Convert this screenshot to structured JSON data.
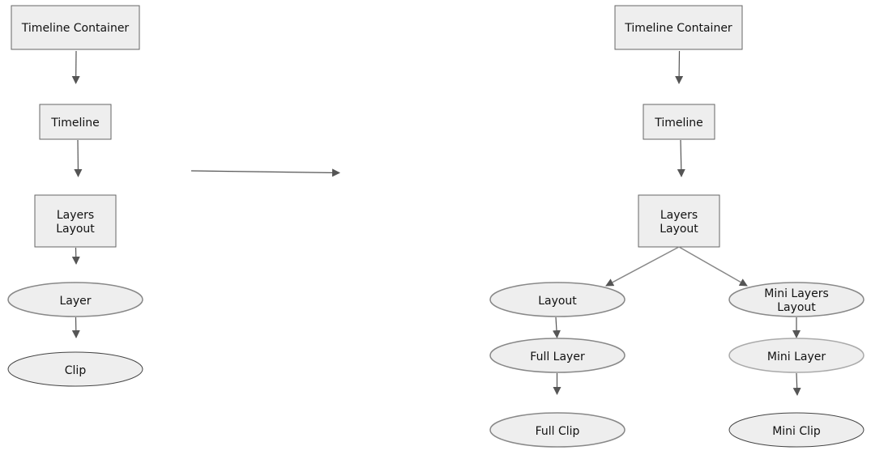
{
  "colors": {
    "node_fill": "#eeeeee",
    "node_stroke": "#666666",
    "ellipse_stroke_light": "#888888",
    "ellipse_stroke_dark": "#444444",
    "arrow": "#555555",
    "branch_line": "#888888"
  },
  "before": {
    "timeline_container": "Timeline Container",
    "timeline": "Timeline",
    "layers_layout": [
      "Layers",
      "Layout"
    ],
    "layer": "Layer",
    "clip": "Clip"
  },
  "after": {
    "timeline_container": "Timeline Container",
    "timeline": "Timeline",
    "layers_layout": [
      "Layers",
      "Layout"
    ],
    "layout": "Layout",
    "full_layer": "Full Layer",
    "full_clip": "Full Clip",
    "mini_layers_layout": [
      "Mini Layers",
      "Layout"
    ],
    "mini_layer": "Mini Layer",
    "mini_clip": "Mini Clip"
  }
}
